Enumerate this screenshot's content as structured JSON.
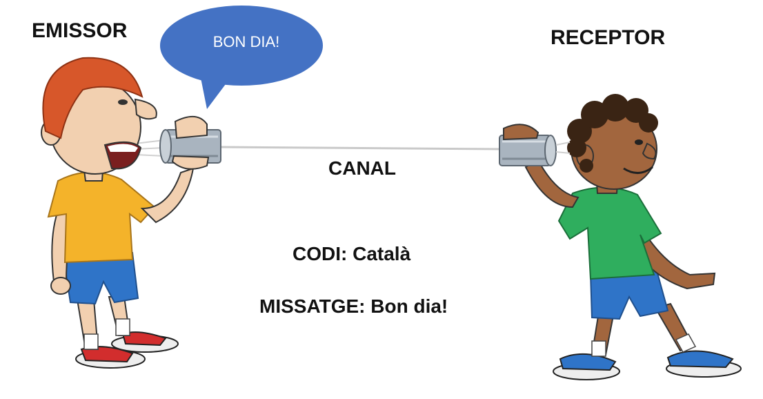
{
  "diagram": {
    "sender_label": "EMISSOR",
    "receiver_label": "RECEPTOR",
    "channel_label": "CANAL",
    "code_text": "CODI: Català",
    "message_text": "MISSATGE: Bon dia!",
    "speech_bubble_text": "BON DIA!"
  },
  "colors": {
    "bubble": "#4472c4",
    "sender_shirt": "#f4b32a",
    "receiver_shirt": "#2fae5e",
    "shorts": "#2f74c8",
    "sender_hair": "#d7572a",
    "receiver_hair": "#3a2414"
  }
}
